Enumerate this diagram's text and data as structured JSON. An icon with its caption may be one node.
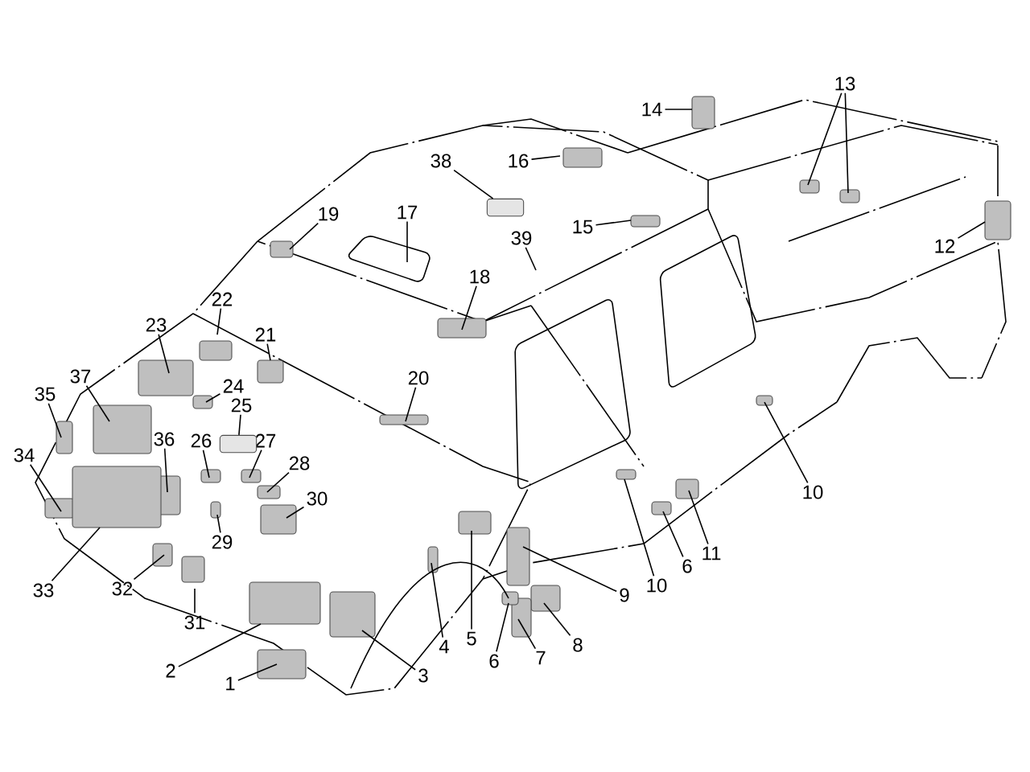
{
  "diagram": {
    "nodes": [
      {
        "text": [
          "13"
        ]
      },
      {
        "text": [
          "14"
        ]
      },
      {
        "text": [
          "16"
        ]
      },
      {
        "text": [
          "38"
        ]
      },
      {
        "text": [
          "19"
        ]
      },
      {
        "text": [
          "17"
        ]
      },
      {
        "text": [
          "15"
        ]
      },
      {
        "text": [
          "39"
        ]
      },
      {
        "text": [
          "12"
        ]
      },
      {
        "text": [
          "18"
        ]
      },
      {
        "text": [
          "22"
        ]
      },
      {
        "text": [
          "23"
        ]
      },
      {
        "text": [
          "21"
        ]
      },
      {
        "text": [
          "20"
        ]
      },
      {
        "text": [
          "37"
        ]
      },
      {
        "text": [
          "24"
        ]
      },
      {
        "text": [
          "35"
        ]
      },
      {
        "text": [
          "25"
        ]
      },
      {
        "text": [
          "26"
        ]
      },
      {
        "text": [
          "27"
        ]
      },
      {
        "text": [
          "36"
        ]
      },
      {
        "text": [
          "28"
        ]
      },
      {
        "text": [
          "34"
        ]
      },
      {
        "text": [
          "10"
        ]
      },
      {
        "text": [
          "30"
        ]
      },
      {
        "text": [
          "29"
        ]
      },
      {
        "text": [
          "11"
        ]
      },
      {
        "text": [
          "6"
        ]
      },
      {
        "text": [
          "10"
        ]
      },
      {
        "text": [
          "33"
        ]
      },
      {
        "text": [
          "32"
        ]
      },
      {
        "text": [
          "9"
        ]
      },
      {
        "text": [
          "31"
        ]
      },
      {
        "text": [
          "4"
        ]
      },
      {
        "text": [
          "5"
        ]
      },
      {
        "text": [
          "8"
        ]
      },
      {
        "text": [
          "7"
        ]
      },
      {
        "text": [
          "6"
        ]
      },
      {
        "text": [
          "2"
        ]
      },
      {
        "text": [
          "3"
        ]
      },
      {
        "text": [
          "1"
        ]
      },
      {
        "text": [],
        "shape": "box"
      },
      {
        "text": [],
        "shape": "box"
      }
    ],
    "edges": [
      {
        "from": 0,
        "to": null,
        "arrow": "none"
      },
      {
        "from": 0,
        "to": null,
        "arrow": "none"
      },
      {
        "from": 1,
        "to": null,
        "arrow": "none"
      },
      {
        "from": 2,
        "to": null,
        "arrow": "none"
      },
      {
        "from": 3,
        "to": 41,
        "arrow": "none"
      },
      {
        "from": 4,
        "to": null,
        "arrow": "none"
      },
      {
        "from": 5,
        "to": null,
        "arrow": "none"
      },
      {
        "from": 6,
        "to": null,
        "arrow": "none"
      },
      {
        "from": 7,
        "to": null,
        "arrow": "none"
      },
      {
        "from": 8,
        "to": null,
        "arrow": "none"
      },
      {
        "from": 9,
        "to": null,
        "arrow": "none"
      },
      {
        "from": 10,
        "to": null,
        "arrow": "none"
      },
      {
        "from": 11,
        "to": null,
        "arrow": "none"
      },
      {
        "from": 12,
        "to": null,
        "arrow": "none"
      },
      {
        "from": 13,
        "to": null,
        "arrow": "none"
      },
      {
        "from": 14,
        "to": null,
        "arrow": "none"
      },
      {
        "from": 15,
        "to": null,
        "arrow": "none"
      },
      {
        "from": 16,
        "to": null,
        "arrow": "none"
      },
      {
        "from": 17,
        "to": 42,
        "arrow": "none"
      },
      {
        "from": 18,
        "to": null,
        "arrow": "none"
      },
      {
        "from": 19,
        "to": null,
        "arrow": "none"
      },
      {
        "from": 20,
        "to": null,
        "arrow": "none"
      },
      {
        "from": 21,
        "to": null,
        "arrow": "none"
      },
      {
        "from": 22,
        "to": null,
        "arrow": "none"
      },
      {
        "from": 23,
        "to": null,
        "arrow": "none"
      },
      {
        "from": 24,
        "to": null,
        "arrow": "none"
      },
      {
        "from": 25,
        "to": null,
        "arrow": "none"
      },
      {
        "from": 26,
        "to": null,
        "arrow": "none"
      },
      {
        "from": 27,
        "to": null,
        "arrow": "none"
      },
      {
        "from": 28,
        "to": null,
        "arrow": "none"
      },
      {
        "from": 29,
        "to": null,
        "arrow": "none"
      },
      {
        "from": 30,
        "to": null,
        "arrow": "none"
      },
      {
        "from": 31,
        "to": null,
        "arrow": "none"
      },
      {
        "from": 32,
        "to": null,
        "arrow": "none"
      },
      {
        "from": 33,
        "to": null,
        "arrow": "none"
      },
      {
        "from": 34,
        "to": null,
        "arrow": "none"
      },
      {
        "from": 35,
        "to": null,
        "arrow": "none"
      },
      {
        "from": 36,
        "to": null,
        "arrow": "none"
      },
      {
        "from": 37,
        "to": null,
        "arrow": "none"
      },
      {
        "from": 38,
        "to": null,
        "arrow": "none"
      },
      {
        "from": 39,
        "to": null,
        "arrow": "none"
      },
      {
        "from": 40,
        "to": null,
        "arrow": "none"
      }
    ]
  }
}
